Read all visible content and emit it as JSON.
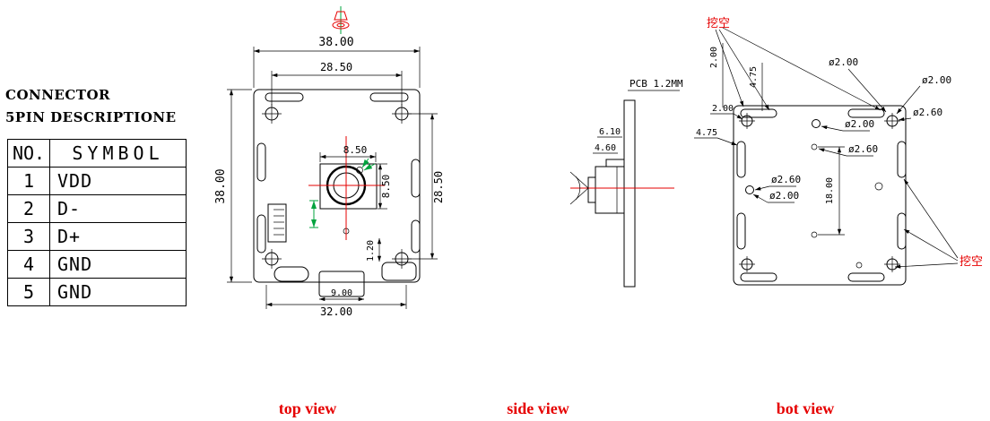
{
  "window": {
    "background": "#ffffff"
  },
  "colors": {
    "line": "#000000",
    "red": "#e60000",
    "green": "#00a33e"
  },
  "connector_table": {
    "title_line1": "CONNECTOR",
    "title_line2": "5PIN DESCRIPTIONE",
    "header_no": "NO.",
    "header_symbol": "SYMBOL",
    "rows": [
      {
        "no": "1",
        "symbol": "VDD"
      },
      {
        "no": "2",
        "symbol": "D-"
      },
      {
        "no": "3",
        "symbol": "D+"
      },
      {
        "no": "4",
        "symbol": "GND"
      },
      {
        "no": "5",
        "symbol": "GND"
      }
    ]
  },
  "top_view": {
    "label": "top view",
    "dim_outer_width": "38.00",
    "dim_hole_span_width": "28.50",
    "dim_outer_height": "38.00",
    "dim_hole_span_height": "28.50",
    "dim_lens_width": "8.50",
    "dim_lens_height": "8.50",
    "dim_bottom_width": "32.00",
    "dim_connector_width": "9.00",
    "dim_offset": "1.20"
  },
  "side_view": {
    "label": "side view",
    "pcb_label": "PCB 1.2MM",
    "dim_module_width": "6.10",
    "dim_lens_width": "4.60"
  },
  "bot_view": {
    "label": "bot view",
    "cutout_label": "挖空",
    "dim_edge_offset_v": "2.00",
    "dim_hole_offset_v": "4.75",
    "dim_edge_offset_h": "2.00",
    "dim_hole_offset_h": "4.75",
    "dia_2_00": "ø2.00",
    "dia_2_60": "ø2.60",
    "dim_hole_span": "18.00"
  }
}
